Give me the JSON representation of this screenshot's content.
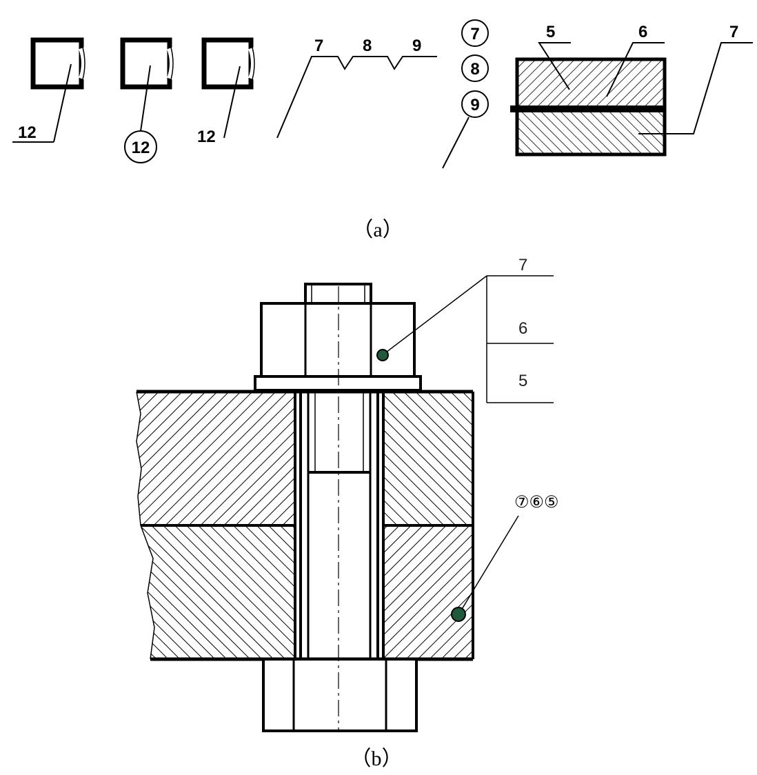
{
  "caption_a": "（a）",
  "caption_b": "（b）",
  "part_a": {
    "square_labels": [
      "12",
      "12",
      "12"
    ],
    "leader_labels": [
      "7",
      "8",
      "9"
    ],
    "stacked_labels": [
      "7",
      "8",
      "9"
    ],
    "section_labels": [
      "5",
      "6",
      "7"
    ]
  },
  "part_b": {
    "table_labels": [
      "7",
      "6",
      "5"
    ],
    "circled_label": "⑦⑥⑤"
  },
  "colors": {
    "line": "#000000",
    "dot": "#1f5a3a",
    "background": "#ffffff"
  }
}
